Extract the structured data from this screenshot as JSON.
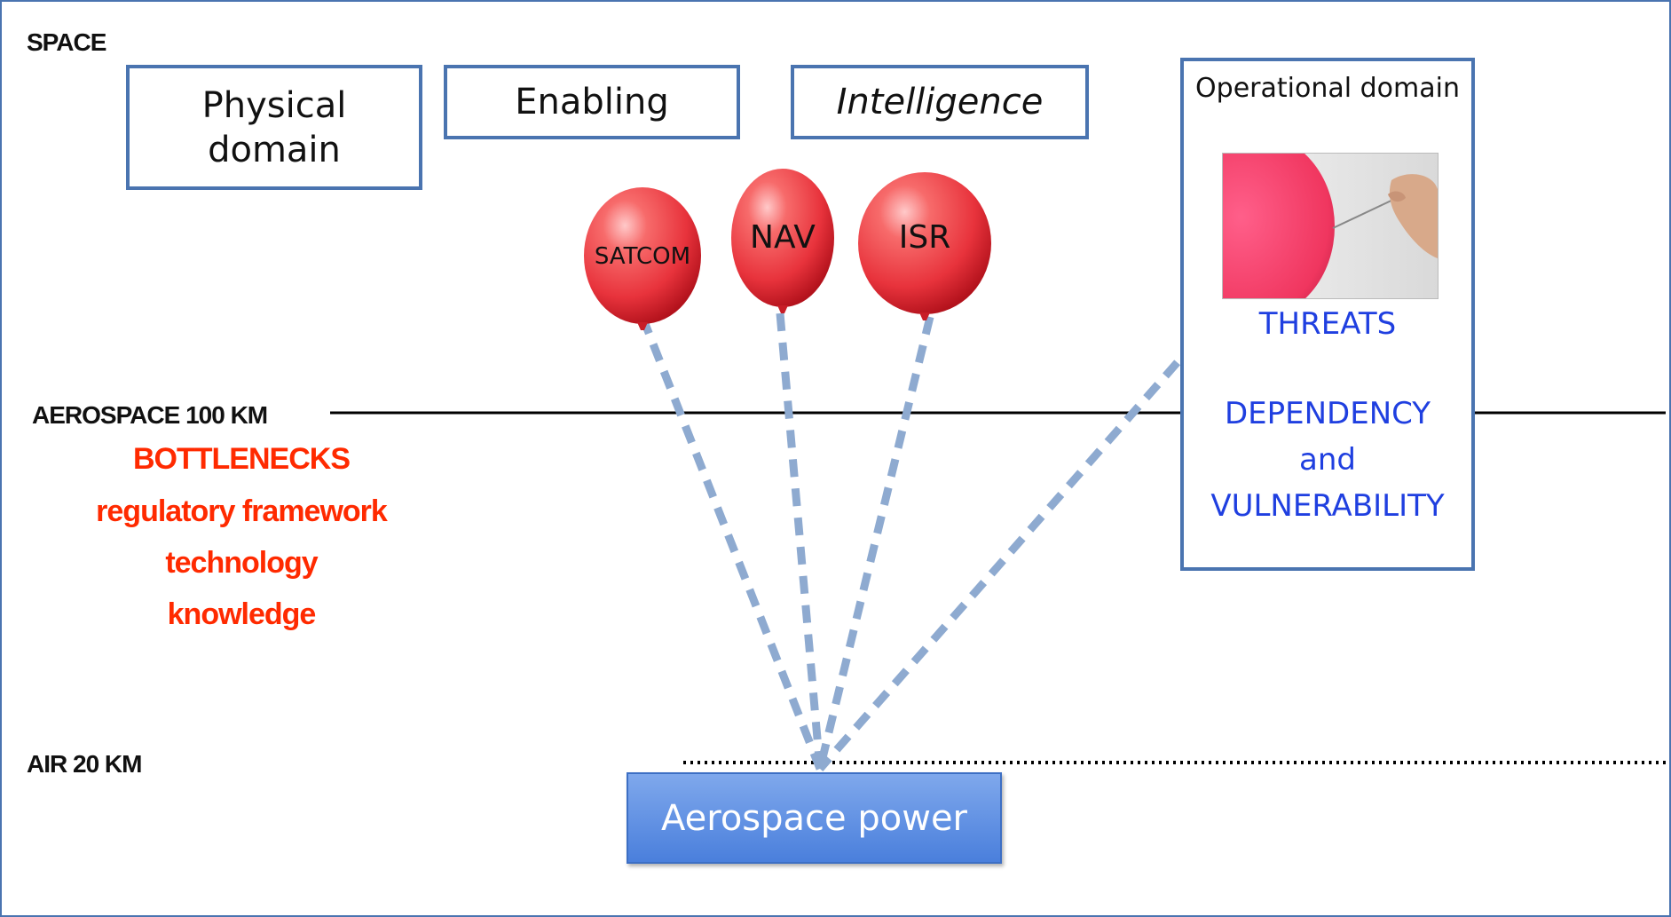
{
  "layers": {
    "space": "SPACE",
    "aerospace": "AEROSPACE 100 KM",
    "air": "AIR 20 KM"
  },
  "domains": {
    "physical": "Physical domain",
    "enabling": "Enabling",
    "intelligence": "Intelligence",
    "operational": "Operational domain"
  },
  "balloons": {
    "satcom": "SATCOM",
    "nav": "NAV",
    "isr": "ISR"
  },
  "bottlenecks": {
    "title": "BOTTLENECKS",
    "items": [
      "regulatory framework",
      "technology",
      "knowledge"
    ]
  },
  "operational": {
    "threats": "THREATS",
    "dependency": "DEPENDENCY",
    "and": "and",
    "vulnerability": "VULNERABILITY"
  },
  "aerospace_power": "Aerospace power",
  "colors": {
    "frame": "#4a74b0",
    "bottleneck_red": "#ff2a00",
    "operational_blue": "#1f3fe0",
    "balloon_red": "#e8333c",
    "tether_blue": "#8eaad0"
  }
}
